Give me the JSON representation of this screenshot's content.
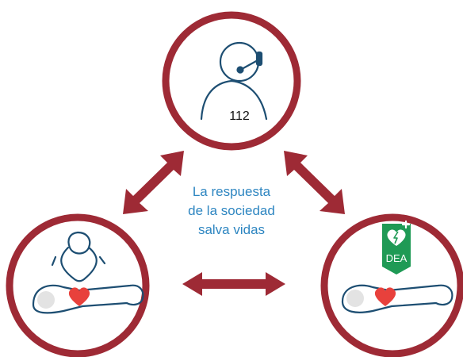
{
  "center_text": {
    "line1": "La respuesta",
    "line2": "de la sociedad",
    "line3": "salva vidas"
  },
  "top_node": {
    "label": "112",
    "icon": "headset-operator-icon"
  },
  "left_node": {
    "icon": "cpr-rescuer-icon"
  },
  "right_node": {
    "badge_label": "DEA",
    "icon": "aed-heart-icon"
  },
  "colors": {
    "ring": "#9e2a35",
    "arrow": "#9e2a35",
    "line_art": "#1d4e72",
    "heart": "#e8413c",
    "head_fill": "#e3e3e3",
    "aed_badge": "#1f9a55",
    "text": "#2e86c1"
  }
}
